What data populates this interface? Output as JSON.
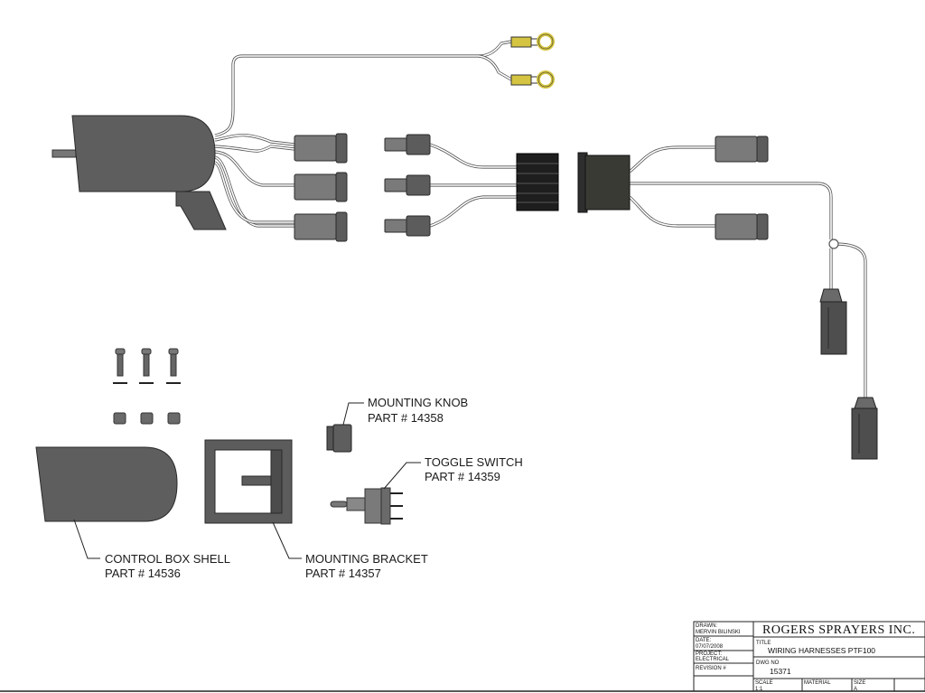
{
  "labels": {
    "mounting_knob": {
      "name": "MOUNTING KNOB",
      "part": "PART # 14358"
    },
    "toggle_switch": {
      "name": "TOGGLE SWITCH",
      "part": "PART # 14359"
    },
    "control_box_shell": {
      "name": "CONTROL BOX SHELL",
      "part": "PART # 14536"
    },
    "mounting_bracket": {
      "name": "MOUNTING BRACKET",
      "part": "PART # 14357"
    }
  },
  "title_block": {
    "drawn_label": "DRAWN:",
    "drawn_value": "MERVIN BILINSKI",
    "date_label": "DATE:",
    "date_value": "07/07/2008",
    "project_label": "PROJECT:",
    "project_value": "ELECTRICAL",
    "revision_label": "REVISION #",
    "company": "ROGERS SPRAYERS INC.",
    "title_label": "TITLE",
    "title_value": "WIRING HARNESSES PTF100",
    "dwg_label": "DWG NO",
    "dwg_value": "15371",
    "scale_label": "SCALE",
    "scale_value": "1:1",
    "material_label": "MATERIAL",
    "size_label": "SIZE",
    "size_value": "A"
  },
  "colors": {
    "part_dark": "#5c5c5c",
    "part_light": "#7a7a7a",
    "terminal_yellow": "#d4c441",
    "wire_outline": "#555555",
    "line": "#222222"
  }
}
